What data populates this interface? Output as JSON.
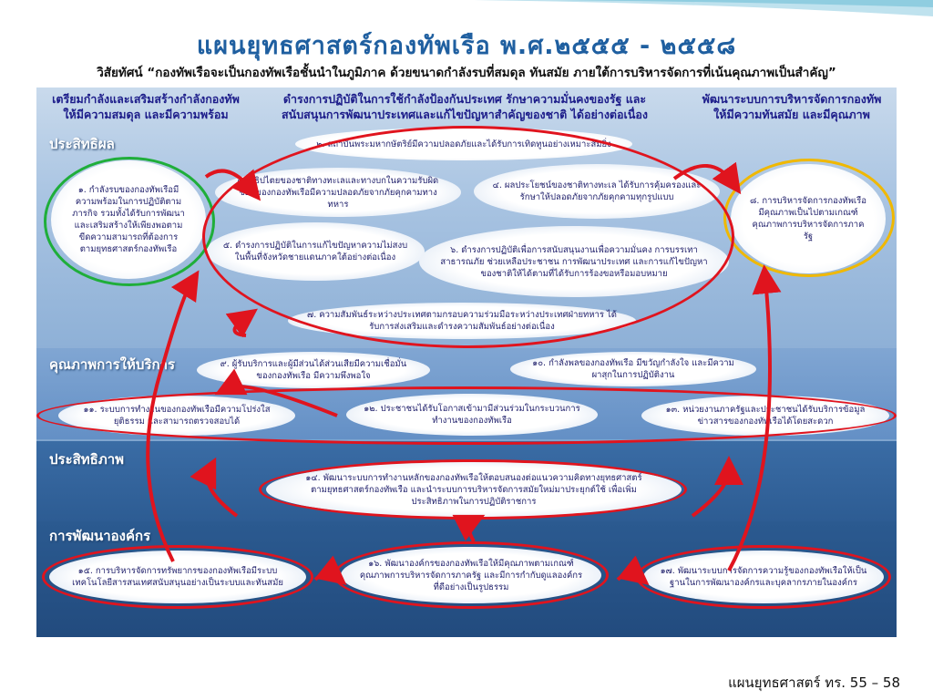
{
  "slide": {
    "title": "แผนยุทธศาสตร์กองทัพเรือ พ.ศ.๒๕๕๕ - ๒๕๕๘",
    "vision": "วิสัยทัศน์ “กองทัพเรือจะเป็นกองทัพเรือชั้นนำในภูมิภาค ด้วยขนาดกำลังรบที่สมดุล ทันสมัย ภายใต้การบริหารจัดการที่เน้นคุณภาพเป็นสำคัญ”",
    "footer": "แผนยุทธศาสตร์ ทร. 55 – 58"
  },
  "columns": {
    "left": "เตรียมกำลังและเสริมสร้างกำลังกองทัพ\nให้มีความสมดุล และมีความพร้อม",
    "middle": "ดำรงการปฏิบัติในการใช้กำลังป้องกันประเทศ รักษาความมั่นคงของรัฐ และ\nสนับสนุนการพัฒนาประเทศและแก้ไขปัญหาสำคัญของชาติ ได้อย่างต่อเนื่อง",
    "right": "พัฒนาระบบการบริหารจัดการกองทัพ\nให้มีความทันสมัย และมีคุณภาพ"
  },
  "bands": {
    "effectiveness": "ประสิทธิผล",
    "service_quality": "คุณภาพการให้บริการ",
    "efficiency": "ประสิทธิภาพ",
    "org_development": "การพัฒนาองค์กร"
  },
  "objectives": {
    "o1": "๑. กำลังรบของกองทัพเรือมีความพร้อมในการปฏิบัติตามภารกิจ รวมทั้งได้รับการพัฒนาและเสริมสร้างให้เพียงพอตามขีดความสามารถที่ต้องการตามยุทธศาสตร์กองทัพเรือ",
    "o2": "๒. สถาบันพระมหากษัตริย์มีความปลอดภัยและได้รับการเทิดทูนอย่างเหมาะสมยิ่ง",
    "o3": "๓. อธิปไตยของชาติทางทะเลและทางบกในความรับผิดชอบของกองทัพเรือมีความปลอดภัยจากภัยคุกคามทางทหาร",
    "o4": "๔. ผลประโยชน์ของชาติทางทะเล ได้รับการคุ้มครองและรักษาให้ปลอดภัยจากภัยคุกคามทุกรูปแบบ",
    "o5": "๕. ดำรงการปฏิบัติในการแก้ไขปัญหาความไม่สงบในพื้นที่จังหวัดชายแดนภาคใต้อย่างต่อเนื่อง",
    "o6": "๖. ดำรงการปฏิบัติเพื่อการสนับสนุนงานเพื่อความมั่นคง การบรรเทาสาธารณภัย ช่วยเหลือประชาชน การพัฒนาประเทศ และการแก้ไขปัญหาของชาติให้ได้ตามที่ได้รับการร้องขอหรือมอบหมาย",
    "o7": "๗. ความสัมพันธ์ระหว่างประเทศตามกรอบความร่วมมือระหว่างประเทศฝ่ายทหาร ได้รับการส่งเสริมและดำรงความสัมพันธ์อย่างต่อเนื่อง",
    "o8": "๘. การบริหารจัดการกองทัพเรือมีคุณภาพเป็นไปตามเกณฑ์คุณภาพการบริหารจัดการภาครัฐ",
    "o9": "๙. ผู้รับบริการและผู้มีส่วนได้ส่วนเสียมีความเชื่อมั่นของกองทัพเรือ มีความพึงพอใจ",
    "o10": "๑๐. กำลังพลของกองทัพเรือ มีขวัญกำลังใจ และมีความผาสุกในการปฏิบัติงาน",
    "o11": "๑๑. ระบบการทำงานของกองทัพเรือมีความโปร่งใส ยุติธรรม และสามารถตรวจสอบได้",
    "o12": "๑๒. ประชาชนได้รับโอกาสเข้ามามีส่วนร่วมในกระบวนการทำงานของกองทัพเรือ",
    "o13": "๑๓. หน่วยงานภาครัฐและประชาชนได้รับบริการข้อมูลข่าวสารของกองทัพเรือได้โดยสะดวก",
    "o14": "๑๔. พัฒนาระบบการทำงานหลักของกองทัพเรือให้ตอบสนองต่อแนวความคิดทางยุทธศาสตร์ตามยุทธศาสตร์กองทัพเรือ และนำระบบการบริหารจัดการสมัยใหม่มาประยุกต์ใช้ เพื่อเพิ่มประสิทธิภาพในการปฏิบัติราชการ",
    "o15": "๑๕. การบริหารจัดการทรัพยากรของกองทัพเรือมีระบบเทคโนโลยีสารสนเทศสนับสนุนอย่างเป็นระบบและทันสมัย",
    "o16": "๑๖. พัฒนาองค์กรของกองทัพเรือให้มีคุณภาพตามเกณฑ์คุณภาพการบริหารจัดการภาครัฐ และมีการกำกับดูแลองค์กรที่ดีอย่างเป็นรูปธรรม",
    "o17": "๑๗. พัฒนาระบบการจัดการความรู้ของกองทัพเรือให้เป็นฐานในการพัฒนาองค์กรและบุคลากรภายในองค์กร"
  },
  "colors": {
    "title": "#1f5fa0",
    "column_head": "#1d1d8a",
    "ring_red": "#e0141e",
    "ring_green": "#1fae3a",
    "ring_yellow": "#f0b800",
    "band_service": "#5c86bf",
    "band_efficiency": "#2d5c93",
    "band_org": "#244e82"
  }
}
